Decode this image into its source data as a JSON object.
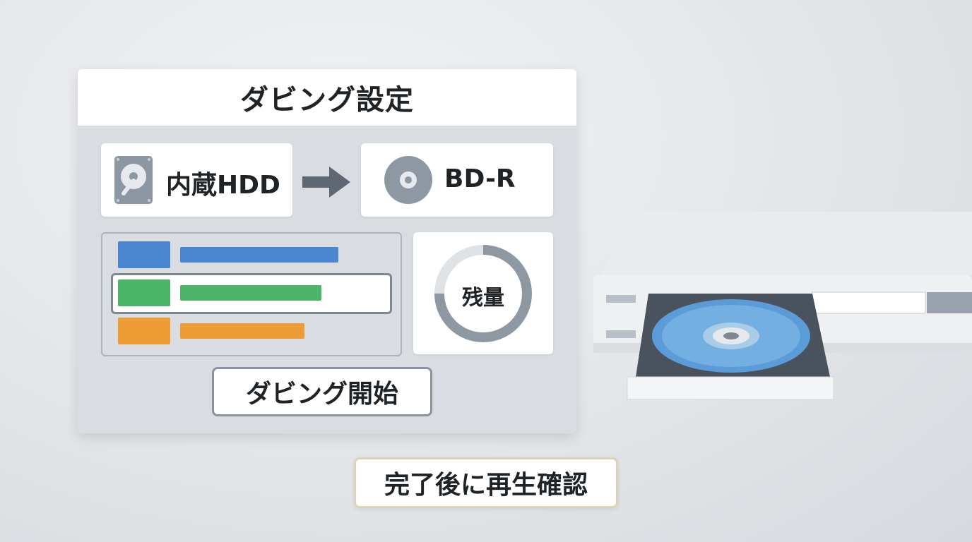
{
  "panel": {
    "title": "ダビング設定",
    "source": {
      "label": "内蔵HDD",
      "icon": "hard-drive-icon"
    },
    "arrow_icon": "arrow-right-icon",
    "destination": {
      "label": "BD-R",
      "icon": "disc-icon"
    },
    "list_items": [
      {
        "color": "#4a86cf",
        "bar_fraction": 1.0
      },
      {
        "color": "#4cb56a",
        "bar_fraction": 0.9,
        "selected": true
      },
      {
        "color": "#ee9c35",
        "bar_fraction": 0.8
      }
    ],
    "remaining": {
      "label": "残量",
      "fraction": 0.75,
      "fill_color": "#8e98a3",
      "track_color": "#e0e3e6"
    },
    "start_button": "ダビング開始"
  },
  "confirm_note": "完了後に再生確認",
  "device": {
    "name": "blu-ray-recorder",
    "disc_color": "#5b9bd8"
  }
}
